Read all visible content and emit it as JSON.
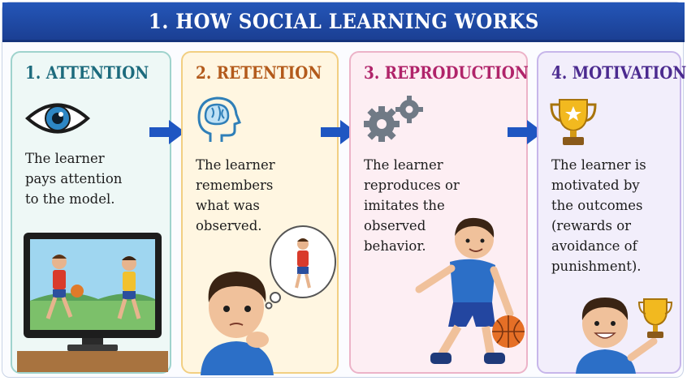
{
  "banner": {
    "title": "1. HOW SOCIAL LEARNING WORKS"
  },
  "steps": [
    {
      "title": "1. ATTENTION",
      "lines": [
        "The learner",
        "pays attention",
        "to the model."
      ]
    },
    {
      "title": "2. RETENTION",
      "lines": [
        "The learner",
        "remembers",
        "what was",
        "observed."
      ]
    },
    {
      "title": "3. REPRODUCTION",
      "lines": [
        "The learner",
        "reproduces or",
        "imitates the",
        "observed",
        "behavior."
      ]
    },
    {
      "title": "4. MOTIVATION",
      "lines": [
        "The learner is",
        "motivated by",
        "the outcomes",
        "(rewards or",
        "avoidance of",
        "punishment)."
      ]
    }
  ],
  "colors": {
    "banner": "#1f4aa8",
    "arrow": "#1f56c2",
    "attention": "#1d6b7d",
    "retention": "#b35a1b",
    "reproduction": "#b0246a",
    "motivation": "#4b2a8f"
  },
  "icons": [
    "eye-icon",
    "brain-head-icon",
    "gears-icon",
    "trophy-icon",
    "arrow-right-icon"
  ]
}
